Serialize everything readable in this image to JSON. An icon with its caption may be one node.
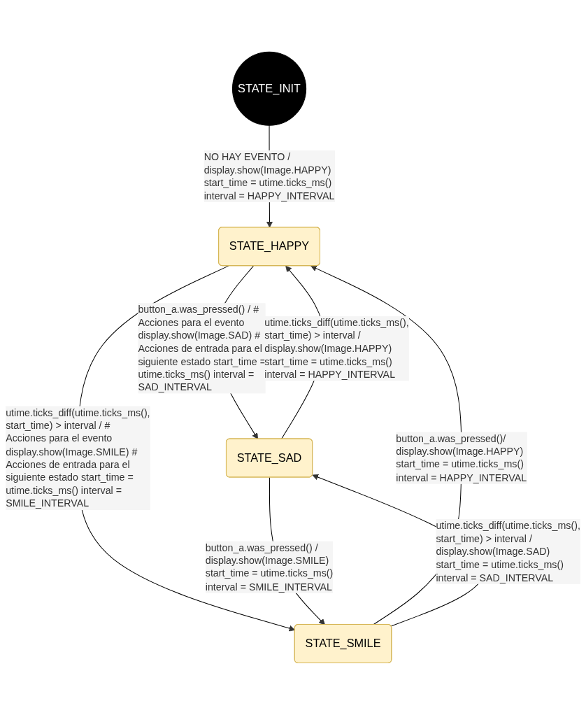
{
  "diagram": {
    "nodes": [
      {
        "text": [
          "STATE_INIT"
        ]
      },
      {
        "text": [
          "STATE_HAPPY"
        ]
      },
      {
        "text": [
          "STATE_SAD"
        ]
      },
      {
        "text": [
          "STATE_SMILE"
        ]
      }
    ],
    "edges": [
      {
        "from": 0,
        "to": 1,
        "arrow": "to",
        "label": "NO HAY EVENTO / display.show(Image.HAPPY) start_time = utime.ticks_ms() interval = HAPPY_INTERVAL"
      },
      {
        "from": 1,
        "to": 2,
        "arrow": "to",
        "label": "button_a.was_pressed() / # Acciones para el evento display.show(Image.SAD) # Acciones de entrada para el siguiente estado start_time = utime.ticks_ms() interval = SAD_INTERVAL"
      },
      {
        "from": 2,
        "to": 1,
        "arrow": "to",
        "label": "utime.ticks_diff(utime.ticks_ms(), start_time) > interval / display.show(Image.HAPPY) start_time = utime.ticks_ms() interval = HAPPY_INTERVAL"
      },
      {
        "from": 1,
        "to": 3,
        "arrow": "to",
        "label": "utime.ticks_diff(utime.ticks_ms(), start_time) > interval / # Acciones para el evento display.show(Image.SMILE) # Acciones de entrada para el siguiente estado start_time = utime.ticks_ms() interval = SMILE_INTERVAL"
      },
      {
        "from": 3,
        "to": 1,
        "arrow": "to",
        "label": "button_a.was_pressed()/ display.show(Image.HAPPY) start_time = utime.ticks_ms() interval = HAPPY_INTERVAL"
      },
      {
        "from": 3,
        "to": 2,
        "arrow": "to",
        "label": "utime.ticks_diff(utime.ticks_ms(), start_time) > interval / display.show(Image.SAD) start_time = utime.ticks_ms() interval = SAD_INTERVAL"
      },
      {
        "from": 2,
        "to": 3,
        "arrow": "to",
        "label": "button_a.was_pressed() / display.show(Image.SMILE) start_time = utime.ticks_ms() interval = SMILE_INTERVAL"
      }
    ]
  }
}
